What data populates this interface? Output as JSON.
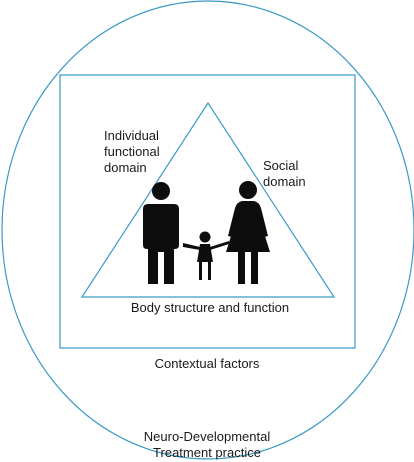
{
  "colors": {
    "outline": "#3a9ac4",
    "figure_fill": "#0d0d0d",
    "text": "#1a1a1a",
    "background": "#ffffff"
  },
  "outer_circle": {
    "label_line1": "Neuro-Developmental",
    "label_line2": "Treatment practice"
  },
  "context_box": {
    "label": "Contextual factors"
  },
  "triangle": {
    "left_label_line1": "Individual",
    "left_label_line2": "functional",
    "left_label_line3": "domain",
    "right_label_line1": "Social",
    "right_label_line2": "domain",
    "base_label": "Body structure and function"
  },
  "figures": {
    "icon": "family-icon",
    "members": [
      "man-icon",
      "child-icon",
      "woman-icon"
    ]
  }
}
